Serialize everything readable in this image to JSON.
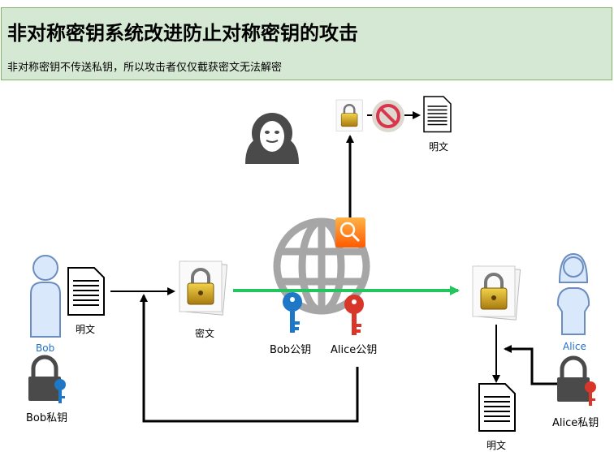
{
  "title": "非对称密钥系统改进防止对称密钥的攻击",
  "subtitle": "非对称密钥不传送私钥，所以攻击者仅仅截获密文无法解密",
  "labels": {
    "plaintext_bob": "明文",
    "ciphertext": "密文",
    "plaintext_top": "明文",
    "plaintext_alice": "明文",
    "bob": "Bob",
    "alice": "Alice",
    "bob_public_key": "Bob公钥",
    "alice_public_key": "Alice公钥",
    "bob_private_key": "Bob私钥",
    "alice_private_key": "Alice私钥"
  },
  "colors": {
    "header_fill": "#d5e8d4",
    "header_border": "#82b366",
    "user_fill": "#dae8fc",
    "user_stroke": "#6c8ebf",
    "green_arrow": "#22c55e",
    "bob_key": "#1f77c8",
    "alice_key": "#d9362a",
    "forbidden": "#d9364d",
    "globe": "#a6a6a6"
  },
  "icons": [
    "user-icon",
    "document-icon",
    "padlock-icon",
    "globe-icon",
    "key-icon",
    "hacker-icon",
    "magnifier-icon",
    "forbidden-icon"
  ]
}
